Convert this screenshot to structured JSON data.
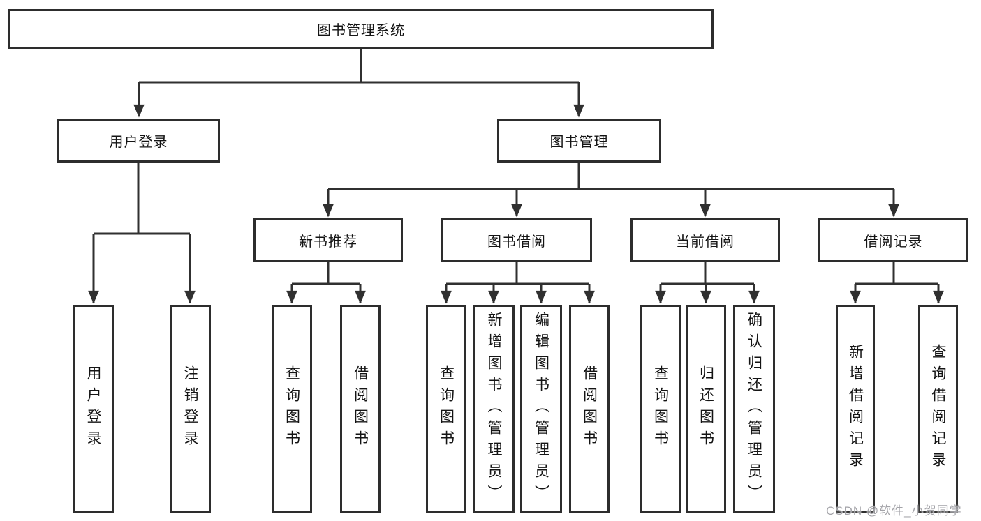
{
  "title": "图书管理系统",
  "watermark": "CSDN @软件_小贺同学",
  "colors": {
    "line": "#303030",
    "box_border": "#2d2d2d",
    "box_fill": "#ffffff",
    "text": "#141414",
    "watermark": "#a3a3a8"
  },
  "tree": {
    "label": "图书管理系统",
    "children": [
      {
        "label": "用户登录",
        "children": [
          {
            "label": "用户登录"
          },
          {
            "label": "注销登录"
          }
        ]
      },
      {
        "label": "图书管理",
        "children": [
          {
            "label": "新书推荐",
            "children": [
              {
                "label": "查询图书"
              },
              {
                "label": "借阅图书"
              }
            ]
          },
          {
            "label": "图书借阅",
            "children": [
              {
                "label": "查询图书"
              },
              {
                "label": "新增图书（管理员）"
              },
              {
                "label": "编辑图书（管理员）"
              },
              {
                "label": "借阅图书"
              }
            ]
          },
          {
            "label": "当前借阅",
            "children": [
              {
                "label": "查询图书"
              },
              {
                "label": "归还图书"
              },
              {
                "label": "确认归还（管理员）"
              }
            ]
          },
          {
            "label": "借阅记录",
            "children": [
              {
                "label": "新增借阅记录"
              },
              {
                "label": "查询借阅记录"
              }
            ]
          }
        ]
      }
    ]
  }
}
